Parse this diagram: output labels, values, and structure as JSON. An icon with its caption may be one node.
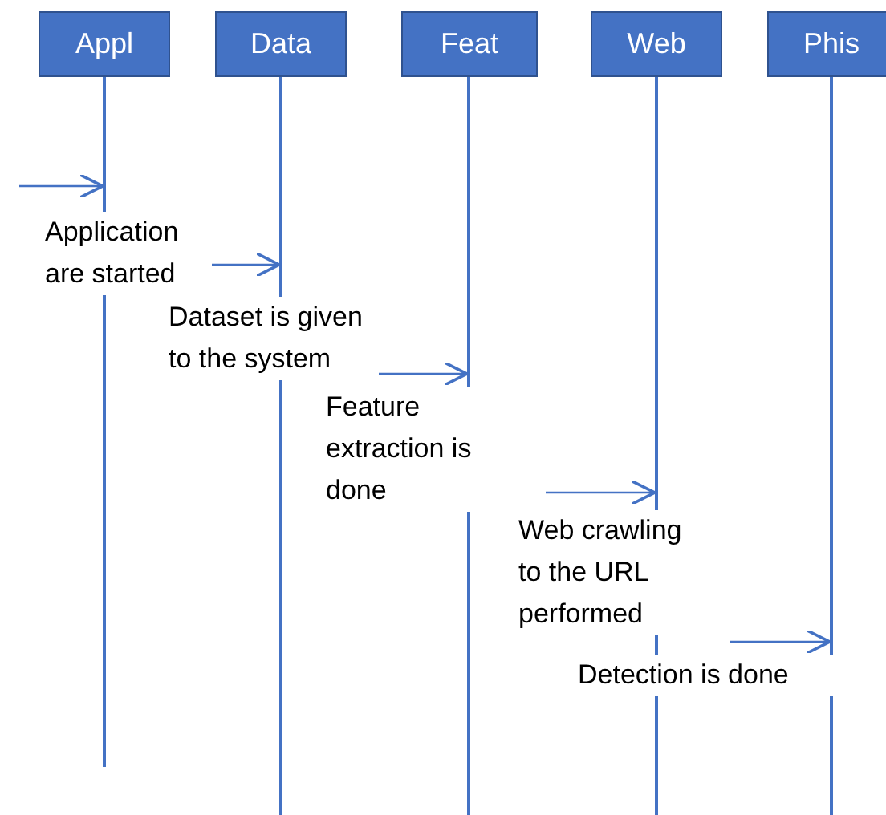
{
  "diagram": {
    "nodes": [
      {
        "text": [
          "Appl"
        ]
      },
      {
        "text": [
          "Data"
        ]
      },
      {
        "text": [
          "Feat"
        ]
      },
      {
        "text": [
          "Web"
        ]
      },
      {
        "text": [
          "Phis"
        ]
      },
      {
        "text": [],
        "shape": "bar"
      },
      {
        "text": [],
        "shape": "bar"
      },
      {
        "text": [],
        "shape": "bar"
      },
      {
        "text": [],
        "shape": "bar"
      },
      {
        "text": [],
        "shape": "bar"
      }
    ],
    "edges": [
      {
        "from": null,
        "to": 5,
        "arrow": "to",
        "label": "Application are started"
      },
      {
        "from": null,
        "to": 6,
        "arrow": "to",
        "label": "Dataset is given to the system"
      },
      {
        "from": null,
        "to": 7,
        "arrow": "to",
        "label": "Feature extraction is done"
      },
      {
        "from": null,
        "to": 8,
        "arrow": "to",
        "label": "Web crawling to the URL performed"
      },
      {
        "from": null,
        "to": 9,
        "arrow": "to",
        "label": "Detection is done"
      }
    ]
  }
}
